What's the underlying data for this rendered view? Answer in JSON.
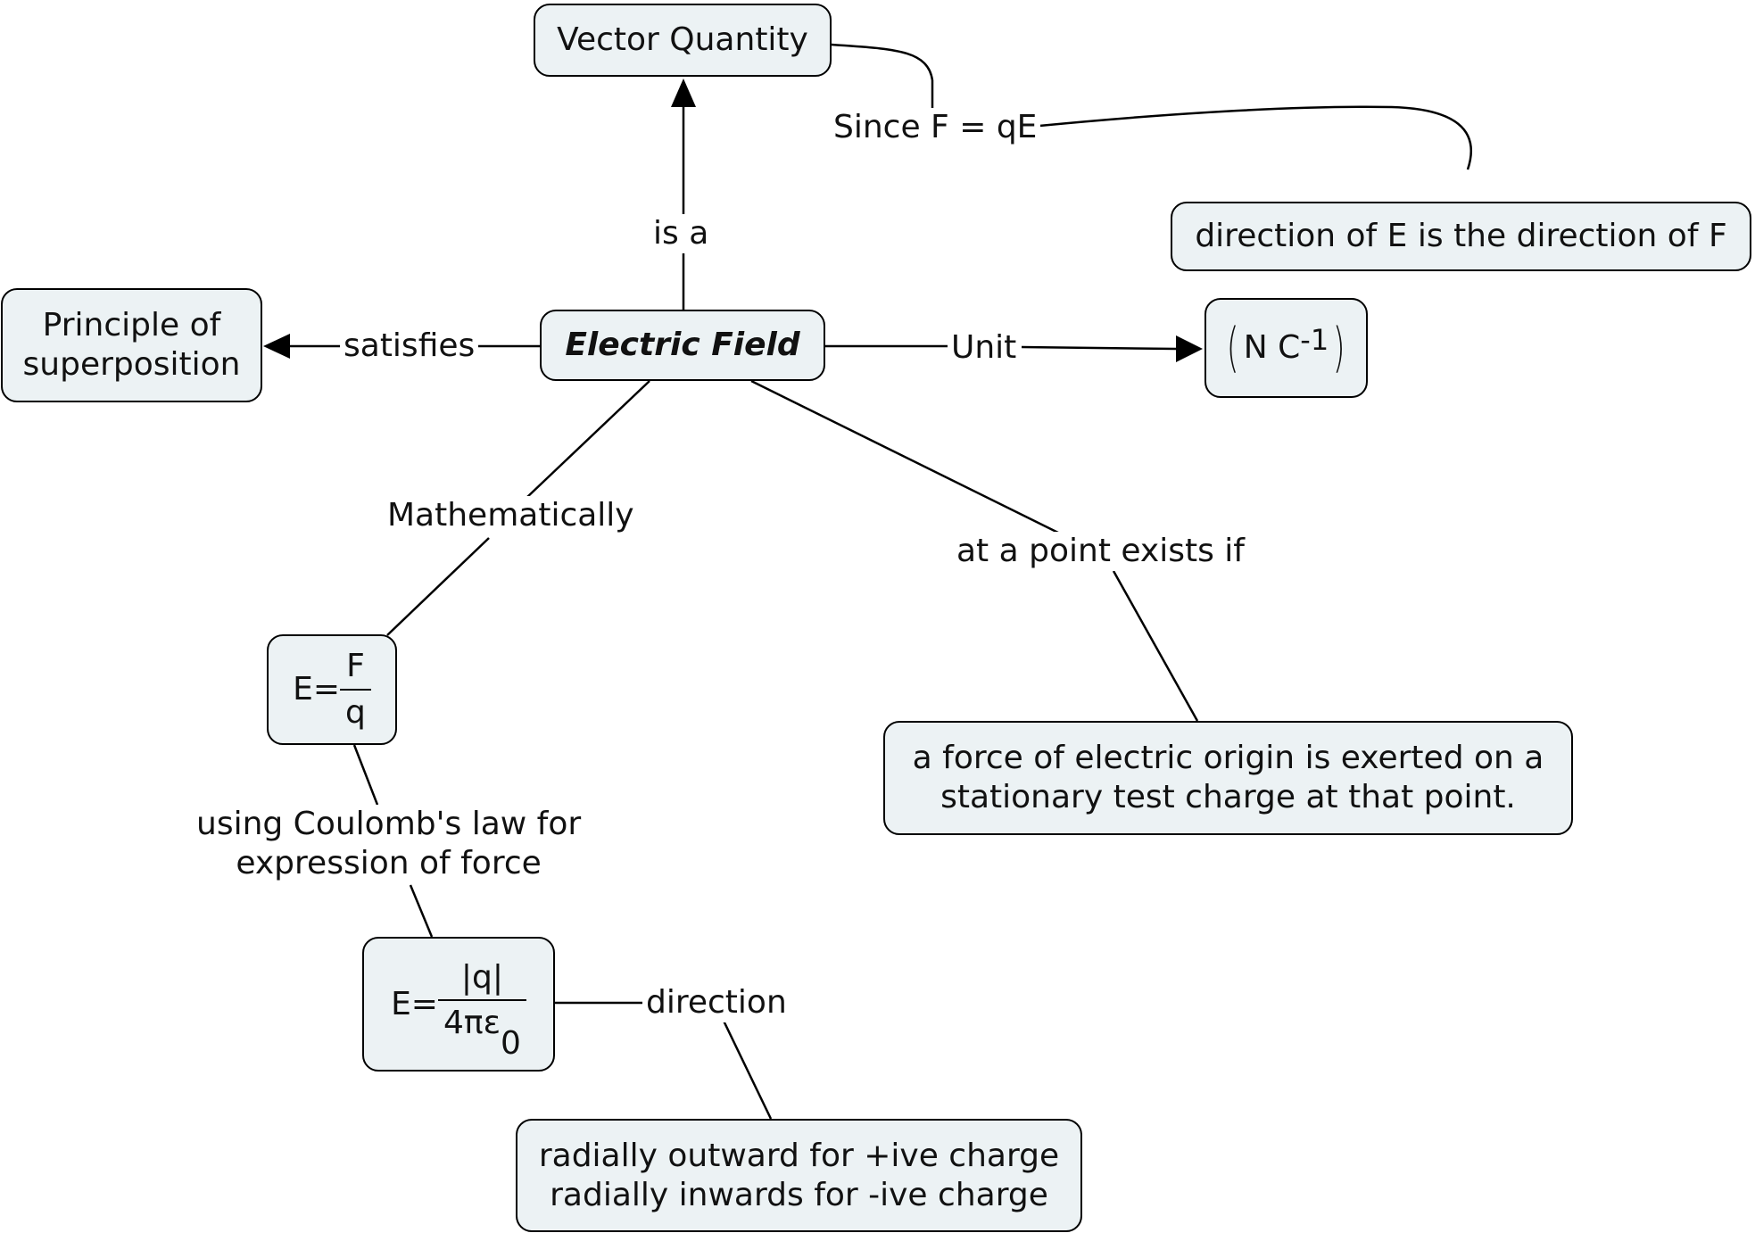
{
  "nodes": {
    "center": "Electric Field",
    "vector": "Vector Quantity",
    "superposition": "Principle of superposition",
    "direction_fact": "direction of E is the direction of F",
    "unit": {
      "main": "N C",
      "exponent": "-1"
    },
    "eq1": {
      "lhs": "E=",
      "num": "F",
      "den": "q"
    },
    "eq2": {
      "lhs": "E=",
      "num": "|q|",
      "den": "4πε",
      "den_sub": "0"
    },
    "force_condition": "a force of electric origin is exerted on a stationary test charge at that point.",
    "radial": {
      "line1": "radially outward for +ive charge",
      "line2": "radially inwards for -ive charge"
    }
  },
  "links": {
    "is_a": "is a",
    "since": "Since F = qE",
    "satisfies": "satisfies",
    "unit": "Unit",
    "mathematically": "Mathematically",
    "exists_if": "at a point exists if",
    "coulomb": {
      "line1": "using Coulomb's law for",
      "line2": "expression of force"
    },
    "direction": "direction"
  }
}
